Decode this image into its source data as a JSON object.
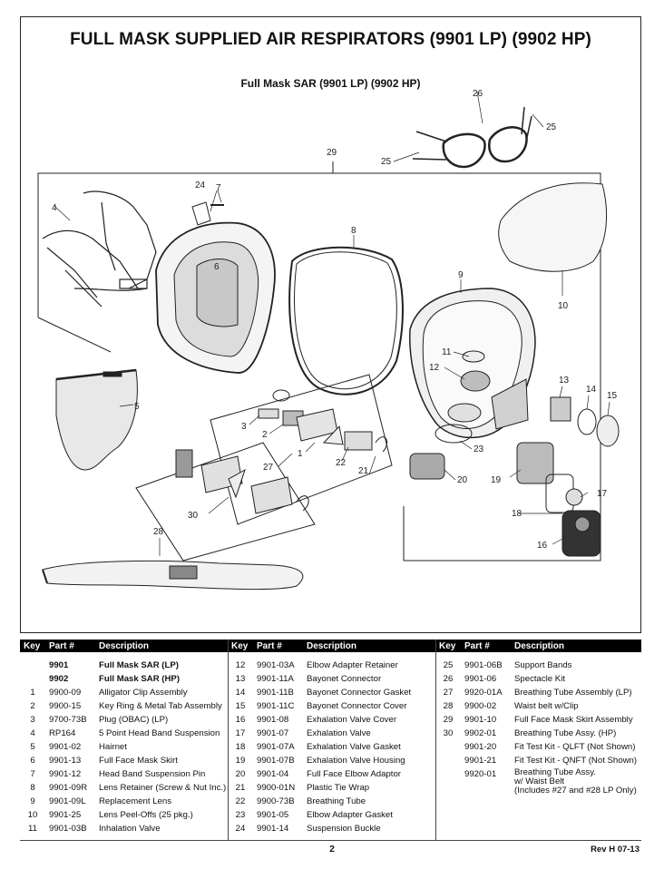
{
  "document": {
    "title": "FULL MASK SUPPLIED AIR RESPIRATORS (9901 LP) (9902 HP)",
    "subtitle": "Full Mask SAR (9901 LP) (9902 HP)",
    "page_number": "2",
    "revision": "Rev H 07-13"
  },
  "callouts": [
    "1",
    "2",
    "3",
    "4",
    "5",
    "6",
    "7",
    "8",
    "9",
    "10",
    "11",
    "12",
    "13",
    "14",
    "15",
    "16",
    "17",
    "18",
    "19",
    "20",
    "21",
    "22",
    "23",
    "24",
    "25",
    "25",
    "26",
    "27",
    "28",
    "29",
    "30"
  ],
  "table": {
    "headers": {
      "key": "Key",
      "part": "Part #",
      "description": "Description"
    },
    "col1": [
      {
        "key": "",
        "part": "9901",
        "desc": "Full Mask SAR (LP)",
        "bold": true
      },
      {
        "key": "",
        "part": "9902",
        "desc": "Full Mask SAR (HP)",
        "bold": true
      },
      {
        "key": "1",
        "part": "9900-09",
        "desc": "Alligator Clip Assembly"
      },
      {
        "key": "2",
        "part": "9900-15",
        "desc": "Key Ring & Metal Tab Assembly"
      },
      {
        "key": "3",
        "part": "9700-73B",
        "desc": "Plug (OBAC) (LP)"
      },
      {
        "key": "4",
        "part": "RP164",
        "desc": "5 Point Head Band Suspension"
      },
      {
        "key": "5",
        "part": "9901-02",
        "desc": "Hairnet"
      },
      {
        "key": "6",
        "part": "9901-13",
        "desc": "Full Face Mask Skirt"
      },
      {
        "key": "7",
        "part": "9901-12",
        "desc": "Head Band Suspension Pin"
      },
      {
        "key": "8",
        "part": "9901-09R",
        "desc": "Lens Retainer (Screw & Nut Inc.)"
      },
      {
        "key": "9",
        "part": "9901-09L",
        "desc": "Replacement Lens"
      },
      {
        "key": "10",
        "part": "9901-25",
        "desc": "Lens Peel-Offs (25 pkg.)"
      },
      {
        "key": "11",
        "part": "9901-03B",
        "desc": "Inhalation Valve"
      }
    ],
    "col2": [
      {
        "key": "12",
        "part": "9901-03A",
        "desc": "Elbow Adapter Retainer"
      },
      {
        "key": "13",
        "part": "9901-11A",
        "desc": "Bayonet Connector"
      },
      {
        "key": "14",
        "part": "9901-11B",
        "desc": "Bayonet Connector Gasket"
      },
      {
        "key": "15",
        "part": "9901-11C",
        "desc": "Bayonet Connector Cover"
      },
      {
        "key": "16",
        "part": "9901-08",
        "desc": "Exhalation Valve Cover"
      },
      {
        "key": "17",
        "part": "9901-07",
        "desc": "Exhalation Valve"
      },
      {
        "key": "18",
        "part": "9901-07A",
        "desc": "Exhalation Valve Gasket"
      },
      {
        "key": "19",
        "part": "9901-07B",
        "desc": "Exhalation Valve Housing"
      },
      {
        "key": "20",
        "part": "9901-04",
        "desc": "Full Face Elbow Adaptor"
      },
      {
        "key": "21",
        "part": "9900-01N",
        "desc": "Plastic Tie Wrap"
      },
      {
        "key": "22",
        "part": "9900-73B",
        "desc": "Breathing Tube"
      },
      {
        "key": "23",
        "part": "9901-05",
        "desc": "Elbow Adapter Gasket"
      },
      {
        "key": "24",
        "part": "9901-14",
        "desc": "Suspension Buckle"
      }
    ],
    "col3": [
      {
        "key": "25",
        "part": "9901-06B",
        "desc": "Support Bands"
      },
      {
        "key": "26",
        "part": "9901-06",
        "desc": "Spectacle Kit"
      },
      {
        "key": "27",
        "part": "9920-01A",
        "desc": "Breathing Tube Assembly (LP)"
      },
      {
        "key": "28",
        "part": "9900-02",
        "desc": "Waist belt w/Clip"
      },
      {
        "key": "29",
        "part": "9901-10",
        "desc": "Full Face Mask Skirt Assembly"
      },
      {
        "key": "30",
        "part": "9902-01",
        "desc": "Breathing Tube Assy. (HP)"
      },
      {
        "key": "",
        "part": "9901-20",
        "desc": "Fit Test Kit - QLFT (Not Shown)"
      },
      {
        "key": "",
        "part": "9901-21",
        "desc": "Fit Test Kit - QNFT (Not Shown)"
      },
      {
        "key": "",
        "part": "9920-01",
        "desc_lines": [
          "Breathing Tube Assy.",
          "w/ Waist Belt",
          "(Includes #27 and #28 LP Only)"
        ]
      }
    ]
  }
}
